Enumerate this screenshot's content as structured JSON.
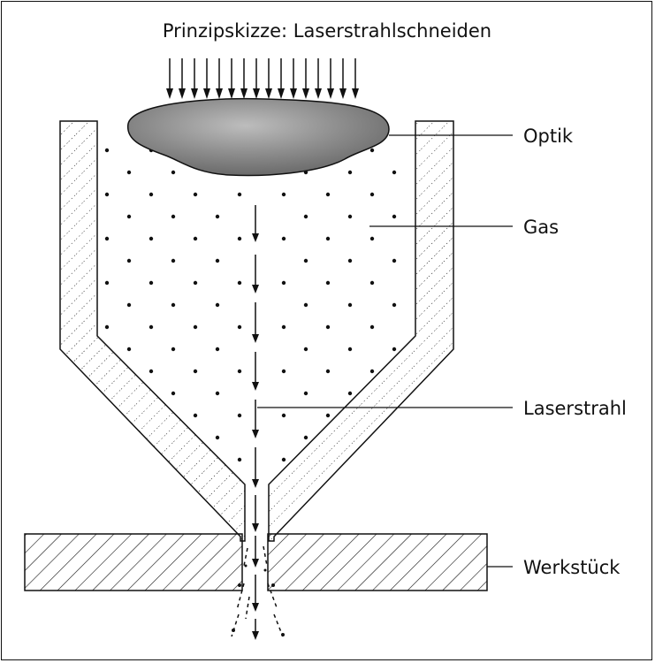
{
  "title": "Prinzipskizze: Laserstrahlschneiden",
  "labels": {
    "optik": "Optik",
    "gas": "Gas",
    "laserstrahl": "Laserstrahl",
    "werkstueck": "Werkstück"
  }
}
